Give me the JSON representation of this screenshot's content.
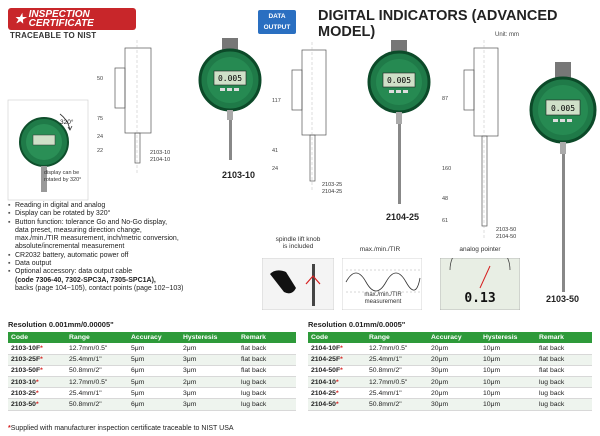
{
  "header": {
    "cert_line1": "INSPECTION",
    "cert_line2": "CERTIFICATE",
    "traceable": "TRACEABLE TO NIST",
    "data_output_line1": "DATA",
    "data_output_line2": "OUTPUT",
    "title": "DIGITAL INDICATORS (ADVANCED MODEL)",
    "unit": "Unit: mm"
  },
  "display": {
    "reading": "0.005",
    "big_reading": "0.13"
  },
  "rotation": {
    "angle": "320°",
    "caption": "display can be rotated by 320°"
  },
  "models": {
    "m1": {
      "label": "2103-10",
      "codes": [
        "2103-10",
        "2104-10"
      ]
    },
    "m2": {
      "label": "2104-25",
      "codes": [
        "2103-25",
        "2104-25"
      ]
    },
    "m3": {
      "label": "2103-50",
      "codes": [
        "2103-50",
        "2104-50"
      ]
    }
  },
  "features": [
    "Reading in digital and analog",
    "Display can be rotated by 320°",
    "Button function: tolerance Go and No-Go display,",
    "data preset, measuring direction change,",
    "max./min./TIR measurement, inch/metric conversion,",
    "absolute/incremental measurement",
    "CR2032 battery, automatic power off",
    "Data output",
    "Optional accessory: data output cable",
    "(code 7306-40, 7302-SPC3A, 7305-SPC1A),",
    "backs (page 104~105), contact points (page 102~103)"
  ],
  "mini": {
    "knob_caption_1": "spindle lift knob",
    "knob_caption_2": "is included",
    "tir_caption": "max./min./TIR",
    "tir_inner_1": "max./min./TIR",
    "tir_inner_2": "measurement",
    "analog_caption": "analog pointer"
  },
  "table1": {
    "title": "Resolution 0.001mm/0.00005\"",
    "headers": [
      "Code",
      "Range",
      "Accuracy",
      "Hysteresis",
      "Remark"
    ],
    "rows": [
      [
        "2103-10F",
        "12.7mm/0.5\"",
        "5μm",
        "2μm",
        "flat back"
      ],
      [
        "2103-25F",
        "25.4mm/1\"",
        "5μm",
        "3μm",
        "flat back"
      ],
      [
        "2103-50F",
        "50.8mm/2\"",
        "6μm",
        "3μm",
        "flat back"
      ],
      [
        "2103-10",
        "12.7mm/0.5\"",
        "5μm",
        "2μm",
        "lug back"
      ],
      [
        "2103-25",
        "25.4mm/1\"",
        "5μm",
        "3μm",
        "lug back"
      ],
      [
        "2103-50",
        "50.8mm/2\"",
        "6μm",
        "3μm",
        "lug back"
      ]
    ]
  },
  "table2": {
    "title": "Resolution 0.01mm/0.0005\"",
    "headers": [
      "Code",
      "Range",
      "Accuracy",
      "Hysteresis",
      "Remark"
    ],
    "rows": [
      [
        "2104-10F",
        "12.7mm/0.5\"",
        "20μm",
        "10μm",
        "flat back"
      ],
      [
        "2104-25F",
        "25.4mm/1\"",
        "20μm",
        "10μm",
        "flat back"
      ],
      [
        "2104-50F",
        "50.8mm/2\"",
        "30μm",
        "10μm",
        "flat back"
      ],
      [
        "2104-10",
        "12.7mm/0.5\"",
        "20μm",
        "10μm",
        "lug back"
      ],
      [
        "2104-25",
        "25.4mm/1\"",
        "20μm",
        "10μm",
        "lug back"
      ],
      [
        "2104-50",
        "50.8mm/2\"",
        "30μm",
        "10μm",
        "lug back"
      ]
    ]
  },
  "footnote": "Supplied with manufacturer inspection certificate traceable to NIST USA",
  "colors": {
    "brand_red": "#c8262a",
    "table_green": "#2e9a3a",
    "gauge_green": "#1f7a48",
    "data_blue": "#2a6fc1"
  }
}
